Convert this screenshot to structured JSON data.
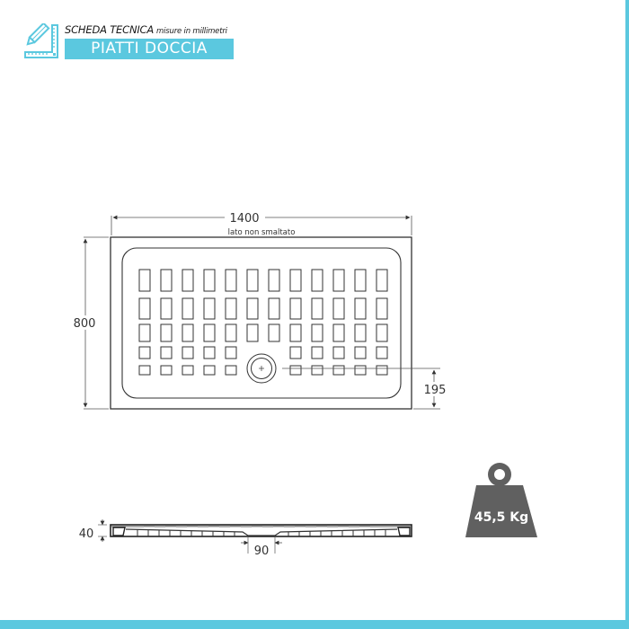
{
  "header": {
    "title": "SCHEDA TECNICA",
    "subtitle": "misure in millimetri",
    "category": "PIATTI DOCCIA",
    "icon": "ruler-pencil-icon",
    "accent_color": "#5bc8df"
  },
  "top_view": {
    "width_label": "1400",
    "side_note": "lato non smaltato",
    "height_label": "800",
    "drain_offset_label": "195",
    "grill": {
      "columns": 12,
      "rows": 5
    }
  },
  "side_view": {
    "thickness_label": "40",
    "drain_width_label": "90"
  },
  "weight": {
    "icon": "weight-icon",
    "label": "45,5 Kg",
    "color": "#606060"
  },
  "colors": {
    "line": "#333333",
    "accent": "#5bc8df"
  }
}
